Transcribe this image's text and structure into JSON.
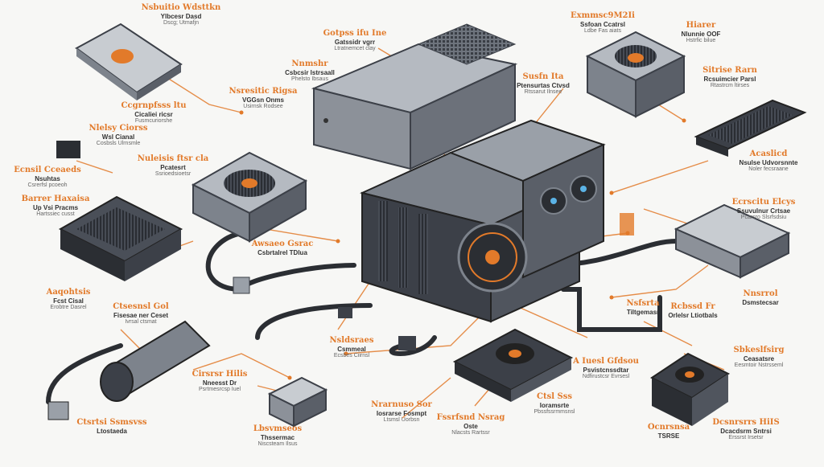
{
  "colors": {
    "accent": "#e27a2a",
    "metal_dark": "#3c4048",
    "metal_mid": "#7d838c",
    "metal_light": "#c8ccd1",
    "cable": "#2b2e33",
    "background": "#f7f7f5"
  },
  "labels": [
    {
      "id": "top-left-a",
      "title": "Nsbuitio Wdsttkn",
      "sub": "Ylbcesr Dasd",
      "desc": "Dscg; Utmafjn"
    },
    {
      "id": "top-center",
      "title": "Gotpss ifu Ine",
      "sub": "Gatssidr vgrr",
      "desc": "Ltratnemcet clay"
    },
    {
      "id": "top-right-a",
      "title": "Exmmsc9M2Ii",
      "sub": "Ssfoan Ccatrsl",
      "desc": "Ldbe Fas aiats"
    },
    {
      "id": "top-right-b",
      "title": "Hiarer",
      "sub": "Nlunnie OOF",
      "desc": "Hstrfic bilue"
    },
    {
      "id": "left-b",
      "title": "Ccgrnpfsss ltu",
      "sub": "Cicaliei ricsr",
      "desc": "Fusmcuriorshe"
    },
    {
      "id": "center-left",
      "title": "Nsresitic Rigsa",
      "sub": "VGGsn Onms",
      "desc": "Usirnsk Rodsee"
    },
    {
      "id": "center-top",
      "title": "Nnmshr",
      "sub": "Csbcsir lstrsaall",
      "desc": "Phelsto Ibsaus"
    },
    {
      "id": "right-a",
      "title": "Susfn Ita",
      "sub": "Ptensurtas Ctvsd",
      "desc": "Rtssarut Ilnsee"
    },
    {
      "id": "right-b",
      "title": "Sitrise Rarn",
      "sub": "Rcsuimcier Parsl",
      "desc": "Rtastrcm ltirses"
    },
    {
      "id": "left-c",
      "title": "Nlelsy Ciorss",
      "sub": "Wsl Cianal",
      "desc": "Cosbsls Ulrnsmle"
    },
    {
      "id": "left-d",
      "title": "Ecnsil Cceaeds",
      "sub": "Nsuhtas",
      "desc": "Csrerfsl pcoeoh"
    },
    {
      "id": "center-b",
      "title": "Nuleisis ftsr cla",
      "sub": "Pcatesrt",
      "desc": "Ssrioedsioetsr"
    },
    {
      "id": "right-c",
      "title": "Acaslicd",
      "sub": "Nsulse Udvorsnnte",
      "desc": "Noler fecsraane"
    },
    {
      "id": "left-e",
      "title": "Barrer Haxaisa",
      "sub": "Up Vsi Pracms",
      "desc": "Hartssiec cusst"
    },
    {
      "id": "center-c",
      "title": "Awsaeo Gsrac",
      "sub": "Csbrtalrel TDlua",
      "desc": ""
    },
    {
      "id": "right-d",
      "title": "Ecrscitu Elcys",
      "sub": "Ssuvulnur Crtsae",
      "desc": "Pcarsro Slsrfsdsiu"
    },
    {
      "id": "right-e",
      "title": "Nnsrrol",
      "sub": "Dsmstecsar",
      "desc": ""
    },
    {
      "id": "left-f",
      "title": "Aaqohtsis",
      "sub": "Fcst Cisal",
      "desc": "Erobtre Dasrel"
    },
    {
      "id": "center-d",
      "title": "Ctsesnsl Gol",
      "sub": "Fisesae ner Ceset",
      "desc": "Ivrsal ctsmat"
    },
    {
      "id": "center-e",
      "title": "Nsldsraes",
      "sub": "Csmmeal",
      "desc": "Ecsbes Ciirnsl"
    },
    {
      "id": "center-f",
      "title": "Nsfsrta",
      "sub": "Tiltgemasr",
      "desc": ""
    },
    {
      "id": "center-g",
      "title": "Rcbssd Fr",
      "sub": "Orlelsr Ltiotbals",
      "desc": ""
    },
    {
      "id": "center-h",
      "title": "A Iuesl Gfdsou",
      "sub": "Psvistcnssdtar",
      "desc": "Ndfirustcsr Evrsesl"
    },
    {
      "id": "right-f",
      "title": "Sbkeslfsirg",
      "sub": "Ceasatsre",
      "desc": "Eesmtoir Nstrsseml"
    },
    {
      "id": "left-g",
      "title": "Cirsrsr Hilis",
      "sub": "Nneesst Dr",
      "desc": "Psrtmesrcsp Iuel"
    },
    {
      "id": "center-i",
      "title": "Nrarnuso Sor",
      "sub": "Iosrarse Fosmpt",
      "desc": "Ltsmsl Uorbsn"
    },
    {
      "id": "center-j",
      "title": "Fssrfsnd Nsrag",
      "sub": "Oste",
      "desc": "Nlacsts Rartssr"
    },
    {
      "id": "center-k",
      "title": "Ctsl Sss",
      "sub": "Ioramsrte",
      "desc": "Pbssfssrmmsnsl"
    },
    {
      "id": "center-l",
      "title": "Lbsvmseos",
      "sub": "Thssermac",
      "desc": "Niscsteam Ilsus"
    },
    {
      "id": "bottom-a",
      "title": "Ctsrtsi Ssmsvss",
      "sub": "Ltostaeda",
      "desc": ""
    },
    {
      "id": "bottom-b",
      "title": "Ocnrsnsa",
      "sub": "TSRSE",
      "desc": ""
    },
    {
      "id": "bottom-c",
      "title": "Dcsnrsrrs HiIS",
      "sub": "Dcacdsrm Sntrsi",
      "desc": "Erssrst Irsetsr"
    }
  ]
}
